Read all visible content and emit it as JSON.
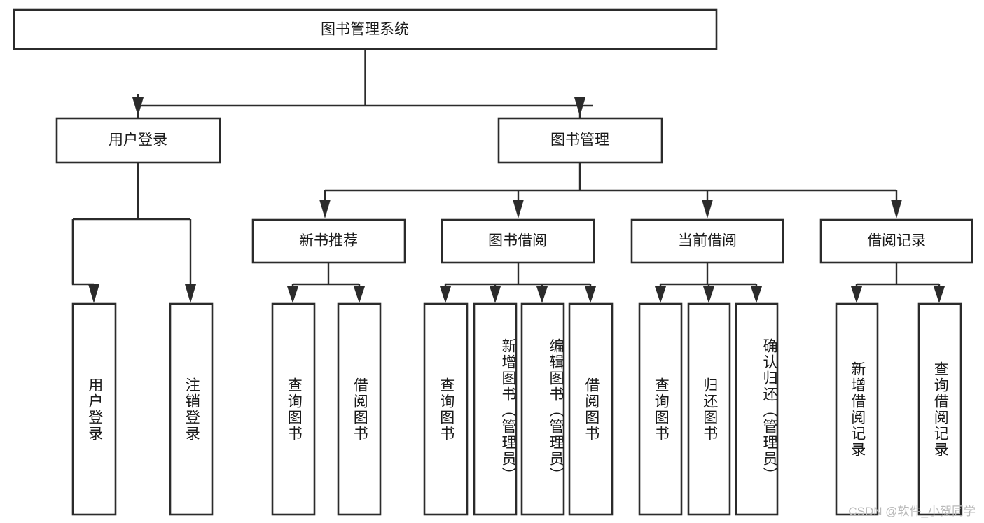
{
  "diagram": {
    "type": "tree-hierarchy",
    "title": "图书管理系统",
    "orientation": "top-down",
    "colors": {
      "box_fill": "#ffffff",
      "box_stroke": "#2b2b2b",
      "connector": "#2b2b2b",
      "text": "#1a1a1a",
      "watermark": "#b9b9b9"
    },
    "root": {
      "label": "图书管理系统",
      "children": [
        {
          "label": "用户登录",
          "children": [
            {
              "label": "用户登录"
            },
            {
              "label": "注销登录"
            }
          ]
        },
        {
          "label": "图书管理",
          "children": [
            {
              "label": "新书推荐",
              "children": [
                {
                  "label": "查询图书"
                },
                {
                  "label": "借阅图书"
                }
              ]
            },
            {
              "label": "图书借阅",
              "children": [
                {
                  "label": "查询图书"
                },
                {
                  "label": "新增图书（管理员）"
                },
                {
                  "label": "编辑图书（管理员）"
                },
                {
                  "label": "借阅图书"
                }
              ]
            },
            {
              "label": "当前借阅",
              "children": [
                {
                  "label": "查询图书"
                },
                {
                  "label": "归还图书"
                },
                {
                  "label": "确认归还（管理员）"
                }
              ]
            },
            {
              "label": "借阅记录",
              "children": [
                {
                  "label": "新增借阅记录"
                },
                {
                  "label": "查询借阅记录"
                }
              ]
            }
          ]
        }
      ]
    },
    "nodes": {
      "root": "图书管理系统",
      "l1_user_login": "用户登录",
      "l1_book_mgmt": "图书管理",
      "l2_new_book": "新书推荐",
      "l2_borrow": "图书借阅",
      "l2_current": "当前借阅",
      "l2_record": "借阅记录",
      "leaf_user_login": "用户登录",
      "leaf_logout": "注销登录",
      "leaf_nb_query": "查询图书",
      "leaf_nb_borrow": "借阅图书",
      "leaf_bo_query": "查询图书",
      "leaf_bo_add": "新增图书（管理员）",
      "leaf_bo_edit": "编辑图书（管理员）",
      "leaf_bo_borrow": "借阅图书",
      "leaf_cu_query": "查询图书",
      "leaf_cu_return": "归还图书",
      "leaf_cu_confirm": "确认归还（管理员）",
      "leaf_rc_add": "新增借阅记录",
      "leaf_rc_query": "查询借阅记录"
    }
  },
  "watermark": {
    "text": "CSDN @软件_小贺同学"
  }
}
